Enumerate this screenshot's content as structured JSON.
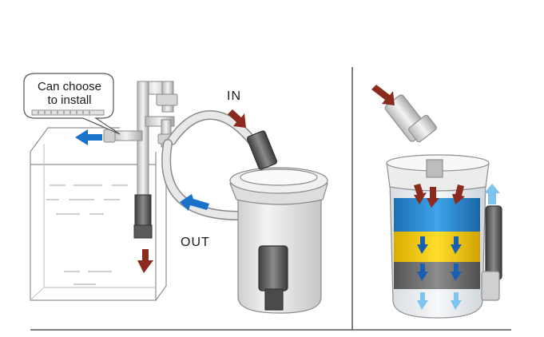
{
  "labels": {
    "bubble_line1": "Can choose",
    "bubble_line2": "to install",
    "in": "IN",
    "out": "OUT"
  },
  "colors": {
    "arrow_red": "#8b2a1e",
    "arrow_blue": "#1a72c9",
    "arrow_light_blue": "#7fc4ee",
    "filter_blue": "#2b8fd6",
    "filter_yellow": "#f2cc10",
    "filter_gray": "#6e6e6e",
    "outline": "#9a9a9a"
  },
  "icons": [
    "red-arrow-icon",
    "blue-arrow-icon"
  ]
}
